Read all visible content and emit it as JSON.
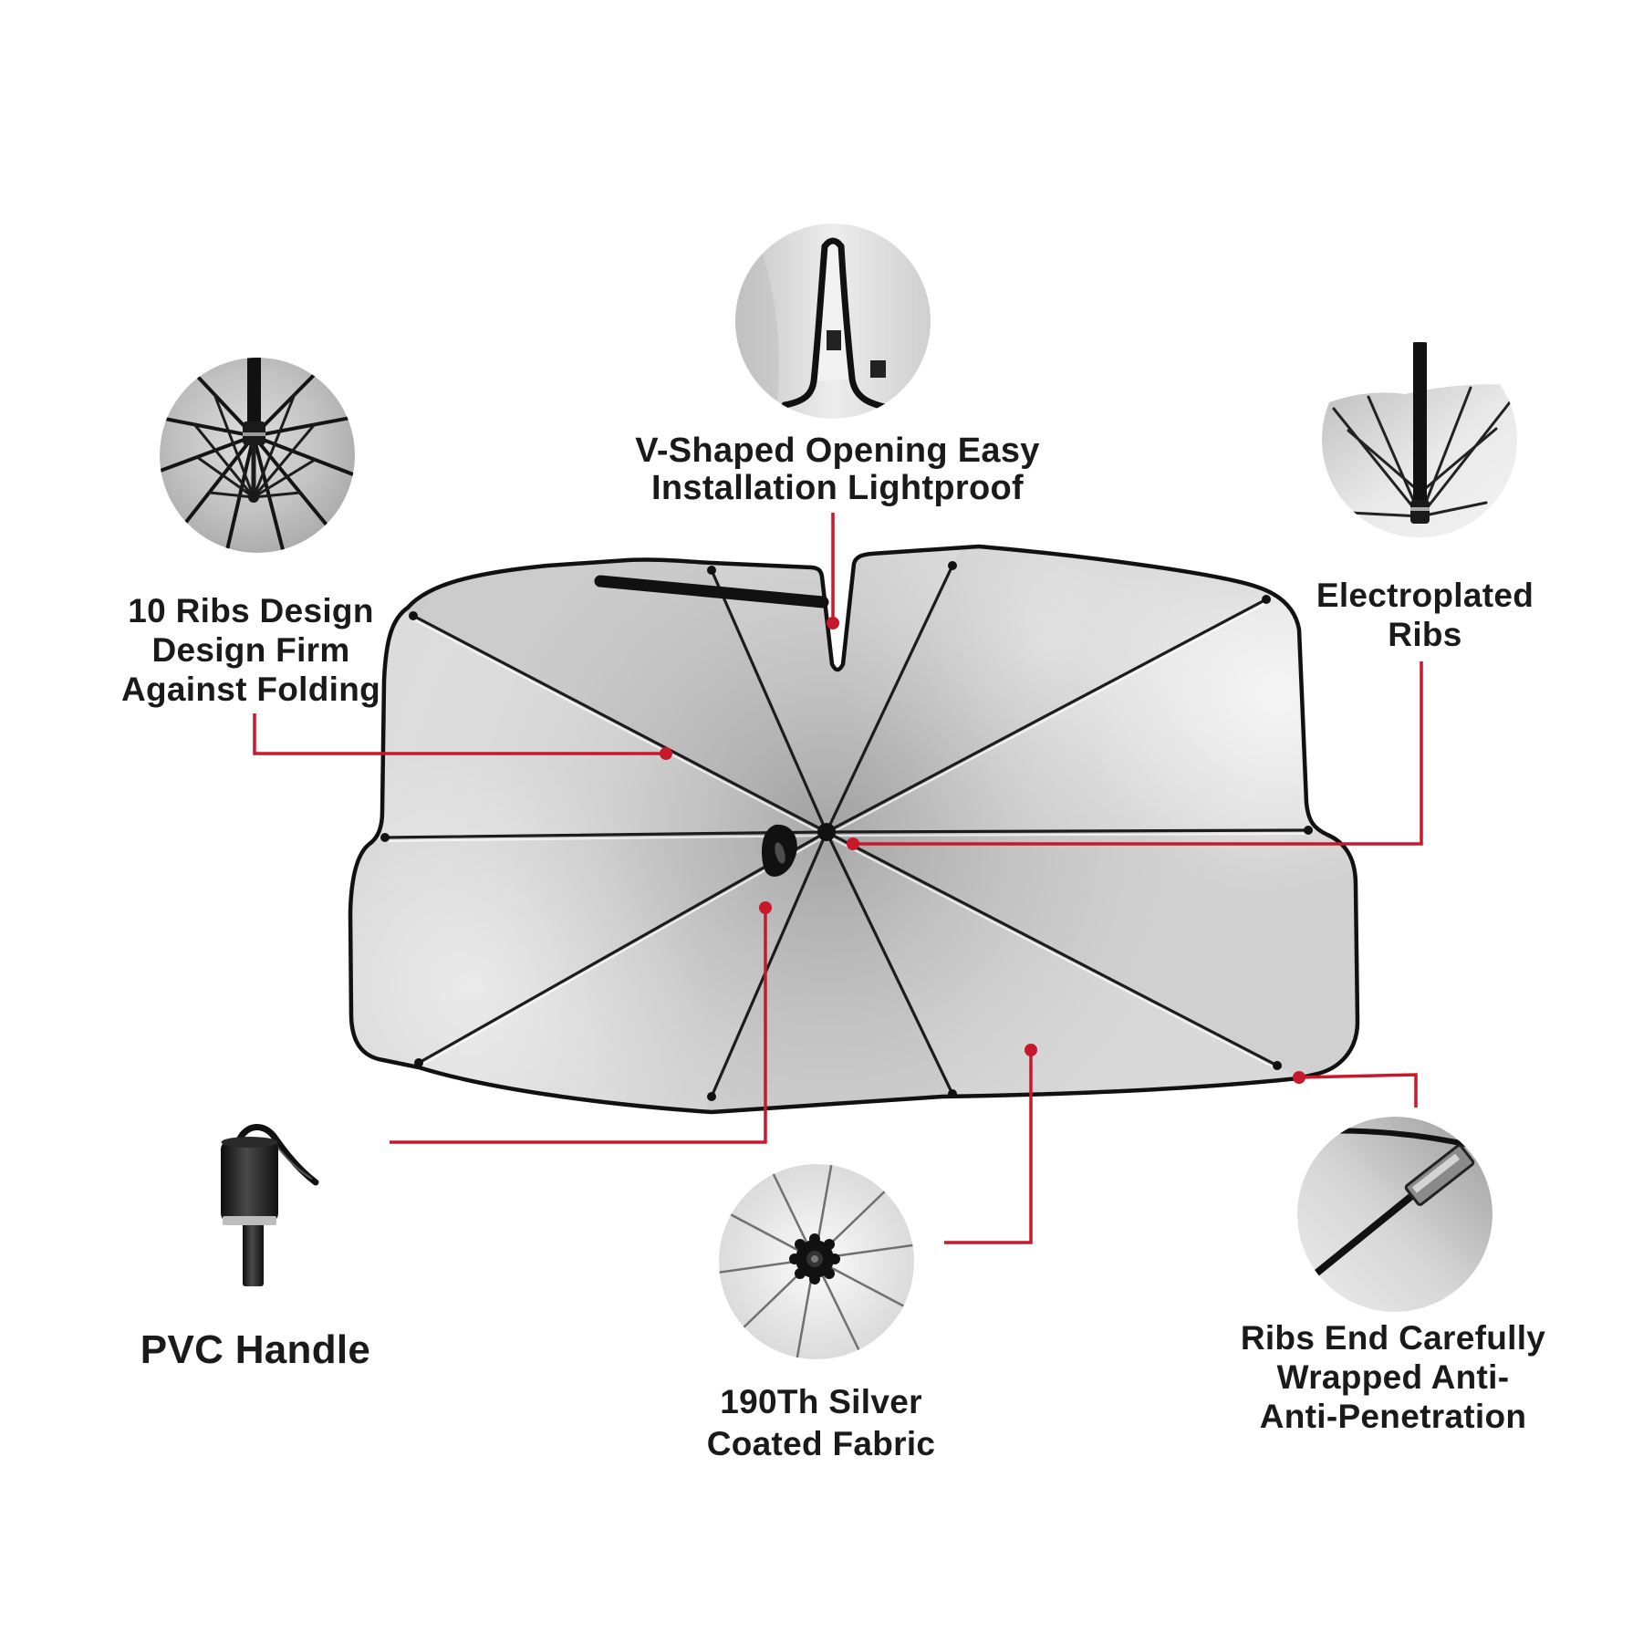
{
  "callouts": {
    "v_opening": {
      "lines": [
        "V-Shaped Opening Easy",
        "Installation Lightproof"
      ]
    },
    "ribs_design": {
      "lines": [
        "10 Ribs Design",
        "Design Firm",
        "Against Folding"
      ]
    },
    "electroplated": {
      "lines": [
        "Electroplated",
        "Ribs"
      ]
    },
    "pvc_handle": {
      "lines": [
        "PVC Handle"
      ]
    },
    "fabric": {
      "lines": [
        "190Th Silver",
        "Coated Fabric"
      ]
    },
    "ribs_end": {
      "lines": [
        "Ribs End Carefully",
        "Wrapped Anti-",
        "Anti-Penetration"
      ]
    }
  },
  "colors": {
    "callout_line": "#c8182c",
    "text": "#1a1a1a",
    "background": "#ffffff"
  }
}
